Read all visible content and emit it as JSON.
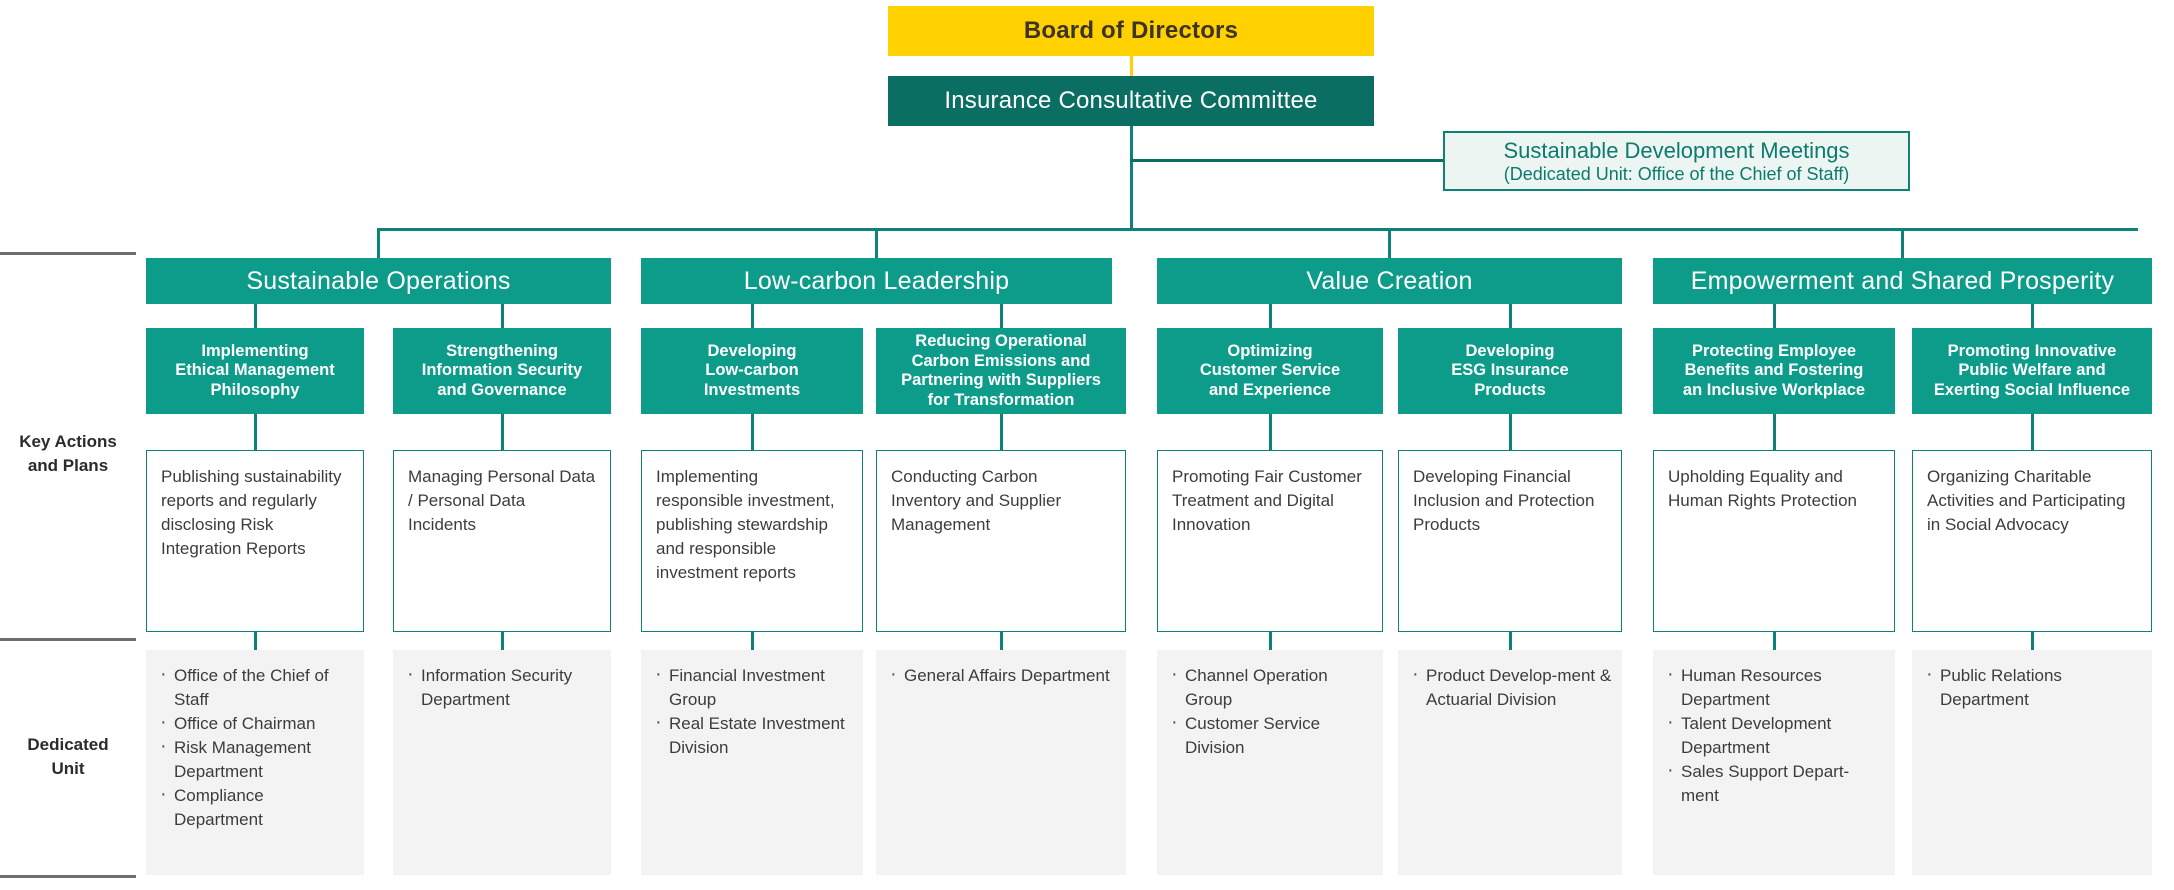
{
  "top": {
    "board": "Board of Directors",
    "committee": "Insurance Consultative Committee",
    "side_meeting": {
      "title": "Sustainable Development Meetings",
      "subtitle": "(Dedicated Unit: Office of the Chief of Staff)"
    }
  },
  "row_labels": {
    "actions": "Key Actions\nand Plans",
    "actions_line1": "Key Actions",
    "actions_line2": "and Plans",
    "unit_line1": "Dedicated",
    "unit_line2": "Unit"
  },
  "colors": {
    "board_yellow": "#FFD100",
    "committee_teal": "#0B6E62",
    "pillar_teal": "#0E9C8A",
    "border_teal": "#0E8276",
    "panel_gray": "#F2F3F2",
    "rule_gray": "#6D6D6D",
    "sdm_bg": "#EDF5F3",
    "sdm_text": "#0C7A6D"
  },
  "pillars": [
    {
      "title": "Sustainable Operations",
      "columns": [
        {
          "sub_title": "Implementing\nEthical Management\nPhilosophy",
          "action": "Publishing sustainability reports and regularly disclosing Risk Integration Reports",
          "units": [
            "Office of the Chief of Staff",
            "Office of Chairman",
            "Risk Management Department",
            "Compliance Department"
          ]
        },
        {
          "sub_title": "Strengthening\nInformation Security\nand Governance",
          "action": "Managing Personal Data / Personal Data Incidents",
          "units": [
            "Information Security Department"
          ]
        }
      ]
    },
    {
      "title": "Low-carbon Leadership",
      "columns": [
        {
          "sub_title": "Developing\nLow-carbon\nInvestments",
          "action": "Implementing responsible investment, publishing stewardship and responsible investment reports",
          "units": [
            "Financial Investment Group",
            "Real Estate Investment Division"
          ]
        },
        {
          "sub_title": "Reducing Operational\nCarbon Emissions and\nPartnering with Suppliers\nfor Transformation",
          "action": "Conducting Carbon Inventory and Supplier Management",
          "units": [
            "General Affairs Department"
          ]
        }
      ]
    },
    {
      "title": "Value Creation",
      "columns": [
        {
          "sub_title": "Optimizing\nCustomer Service\nand Experience",
          "action": "Promoting Fair Customer Treatment and Digital Innovation",
          "units": [
            "Channel Operation Group",
            "Customer Service Division"
          ]
        },
        {
          "sub_title": "Developing\nESG Insurance\nProducts",
          "action": "Developing Financial Inclusion and Protection Products",
          "units": [
            "Product Develop-ment & Actuarial Division"
          ]
        }
      ]
    },
    {
      "title": "Empowerment and Shared Prosperity",
      "columns": [
        {
          "sub_title": "Protecting Employee\nBenefits and Fostering\nan Inclusive Workplace",
          "action": "Upholding Equality and Human Rights Protection",
          "units": [
            "Human Resources Department",
            "Talent Development Department",
            "Sales Support Depart-ment"
          ]
        },
        {
          "sub_title": "Promoting Innovative\nPublic Welfare and\nExerting Social Influence",
          "action": "Organizing Charitable Activities and Participating in Social Advocacy",
          "units": [
            "Public Relations Department"
          ]
        }
      ]
    }
  ]
}
